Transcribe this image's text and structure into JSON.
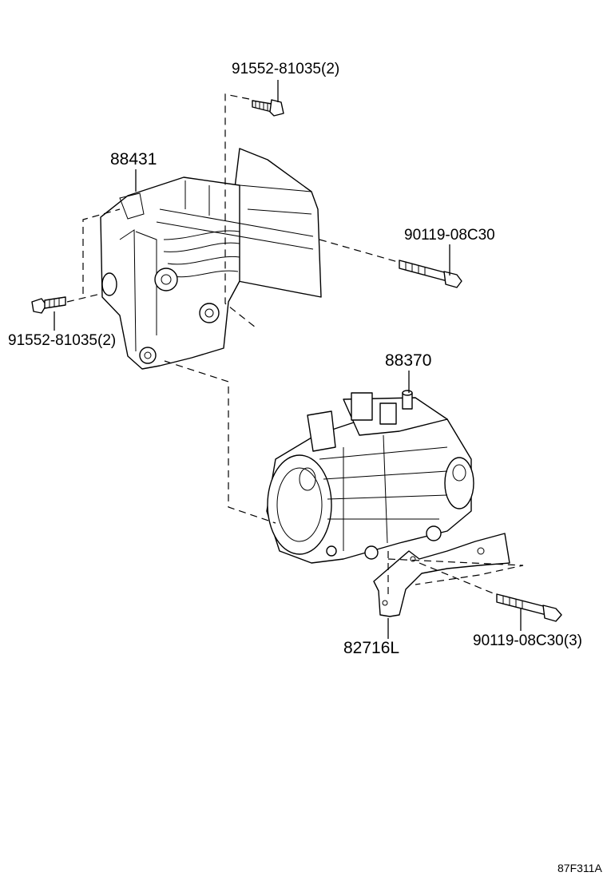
{
  "labels": {
    "bolt_top": "91552-81035(2)",
    "bracket": "88431",
    "bolt_right": "90119-08C30",
    "bolt_left": "91552-81035(2)",
    "compressor": "88370",
    "sub_bracket": "82716L",
    "bolt_lower": "90119-08C30(3)",
    "figure_ref": "87F311A"
  }
}
